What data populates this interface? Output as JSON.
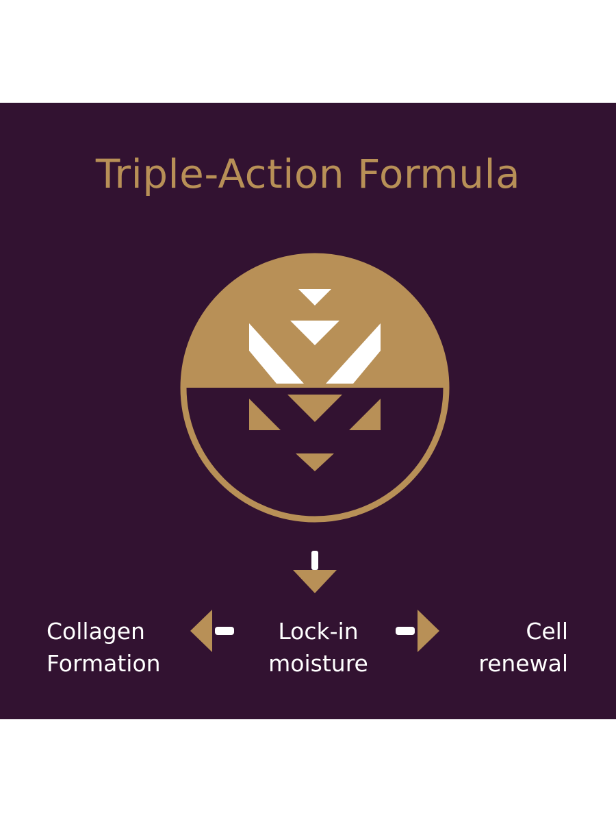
{
  "title": "Triple-Action Formula",
  "colors": {
    "background": "#321231",
    "gold": "#b89057",
    "white": "#ffffff",
    "page": "#ffffff"
  },
  "icons": {
    "emblem": "gold-circle-chevron-emblem",
    "down": "down-arrow-icon",
    "left": "left-arrow-icon",
    "right": "right-arrow-icon"
  },
  "labels": {
    "left": [
      "Collagen",
      "Formation"
    ],
    "center": [
      "Lock-in",
      "moisture"
    ],
    "right": [
      "Cell",
      "renewal"
    ]
  }
}
